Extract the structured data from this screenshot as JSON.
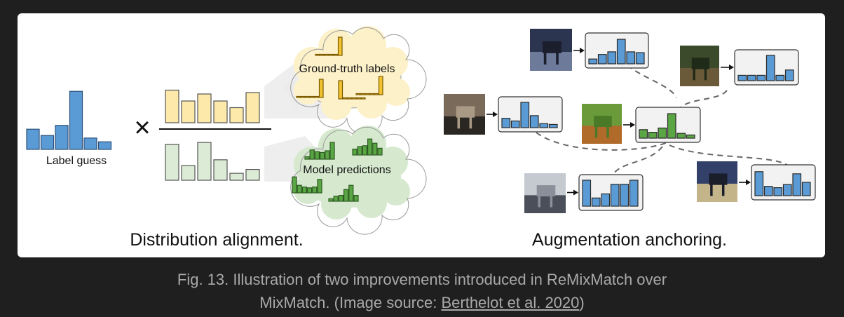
{
  "diagram": {
    "left_title": "Distribution alignment.",
    "right_title": "Augmentation anchoring.",
    "label_guess": "Label guess",
    "cloud_top_label": "Ground-truth labels",
    "cloud_bottom_label": "Model predictions",
    "multiply_symbol": "×",
    "colors": {
      "blue": "#5b9bd5",
      "yellow": "#fde9a9",
      "yellow_bar": "#f2c230",
      "green_light": "#dcebd6",
      "green_bar": "#5aa544",
      "cloud_yellow": "#fdf1c9",
      "cloud_green": "#d6e9cf"
    },
    "label_guess_bars": [
      0.32,
      0.22,
      0.38,
      0.92,
      0.18,
      0.12
    ],
    "numerator_bars": [
      0.93,
      0.62,
      0.82,
      0.62,
      0.43,
      0.86
    ],
    "denominator_bars": [
      0.93,
      0.38,
      0.98,
      0.53,
      0.18,
      0.28
    ],
    "cloud_top_histograms": [
      [
        0.02,
        0.02,
        0.02,
        0.02,
        0.02,
        1.0
      ],
      [
        0.02,
        0.02,
        0.02,
        0.02,
        0.02,
        1.0
      ],
      [
        1.0,
        0.02,
        0.02,
        0.02,
        0.02,
        0.02
      ],
      [
        0.02,
        0.02,
        0.02,
        0.02,
        0.02,
        1.0
      ]
    ],
    "cloud_bottom_histograms": [
      [
        0.15,
        0.55,
        0.45,
        0.4,
        0.5,
        1.0
      ],
      [
        0.35,
        0.5,
        0.55,
        0.95,
        0.7,
        0.4
      ],
      [
        0.95,
        0.45,
        0.35,
        0.3,
        0.35,
        0.8
      ],
      [
        0.15,
        0.3,
        0.35,
        0.7,
        0.95,
        0.35
      ]
    ],
    "anchor_histogram": [
      0.32,
      0.22,
      0.38,
      0.92,
      0.18,
      0.12
    ],
    "augmented_histograms": [
      [
        0.18,
        0.35,
        0.45,
        0.92,
        0.45,
        0.42
      ],
      [
        0.2,
        0.2,
        0.2,
        0.95,
        0.2,
        0.4
      ],
      [
        0.35,
        0.25,
        0.95,
        0.45,
        0.15,
        0.12
      ],
      [
        0.95,
        0.3,
        0.45,
        0.8,
        0.8,
        0.95
      ],
      [
        0.9,
        0.35,
        0.3,
        0.42,
        0.82,
        0.5
      ]
    ]
  },
  "caption": {
    "line1": "Fig. 13. Illustration of two improvements introduced in ReMixMatch over",
    "line2_prefix": "MixMatch. (Image source: ",
    "link_text": "Berthelot et al. 2020",
    "line2_suffix": ")"
  }
}
